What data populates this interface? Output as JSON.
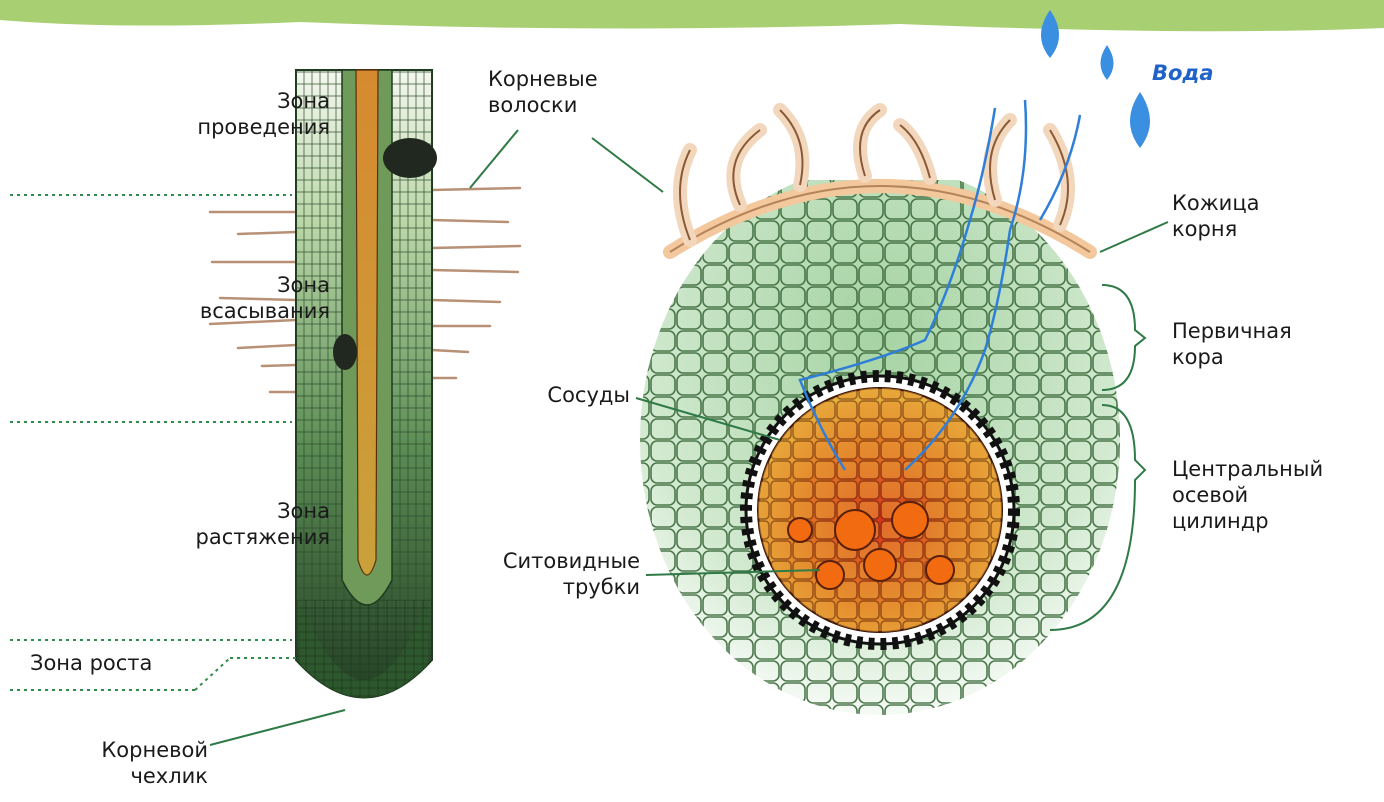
{
  "labels": {
    "zone_conduction": [
      "Зона",
      "проведения"
    ],
    "zone_absorption": [
      "Зона",
      "всасывания"
    ],
    "zone_elongation": [
      "Зона",
      "растяжения"
    ],
    "zone_growth": "Зона роста",
    "root_cap": [
      "Корневой",
      "чехлик"
    ],
    "root_hairs": [
      "Корневые",
      "волоски"
    ],
    "vessels": "Сосуды",
    "sieve_tubes": [
      "Ситовидные",
      "трубки"
    ],
    "water": "Вода",
    "root_epidermis": [
      "Кожица",
      "корня"
    ],
    "primary_cortex": [
      "Первичная",
      "кора"
    ],
    "central_cylinder": [
      "Центральный",
      "осевой",
      "цилиндр"
    ]
  },
  "colors": {
    "background": "#ffffff",
    "banner_green": "#a8cf72",
    "root_dark_green": "#2e5a2e",
    "root_light_green": "#9fc79a",
    "xylem_orange": "#d9822b",
    "root_hair_tan": "#b79076",
    "epidermis_tan": "#f2c89c",
    "cortex_green": "#c9e3c9",
    "stele_red": "#d24a1c",
    "stele_yellow": "#e7b23a",
    "water_blue": "#2f7fd8"
  },
  "icons": [
    "water-drop-icon"
  ]
}
